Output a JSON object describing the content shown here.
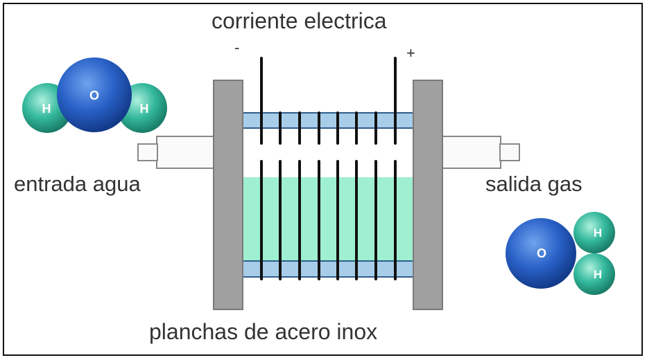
{
  "labels": {
    "title": "corriente electrica",
    "inlet": "entrada agua",
    "outlet": "salida gas",
    "plates": "planchas de acero inox",
    "negative": "-",
    "positive": "+"
  },
  "molecule_left": {
    "center_atom": "O",
    "left_atom": "H",
    "right_atom": "H"
  },
  "molecule_right": {
    "center_atom": "O",
    "top_atom": "H",
    "bottom_atom": "H"
  },
  "colors": {
    "oxygen": "#1f5fbf",
    "hydrogen": "#2fb39a",
    "water": "#9ff0d0",
    "band": "#a8cde8",
    "frame_plate": "#a0a0a0",
    "electrode": "#111111"
  }
}
